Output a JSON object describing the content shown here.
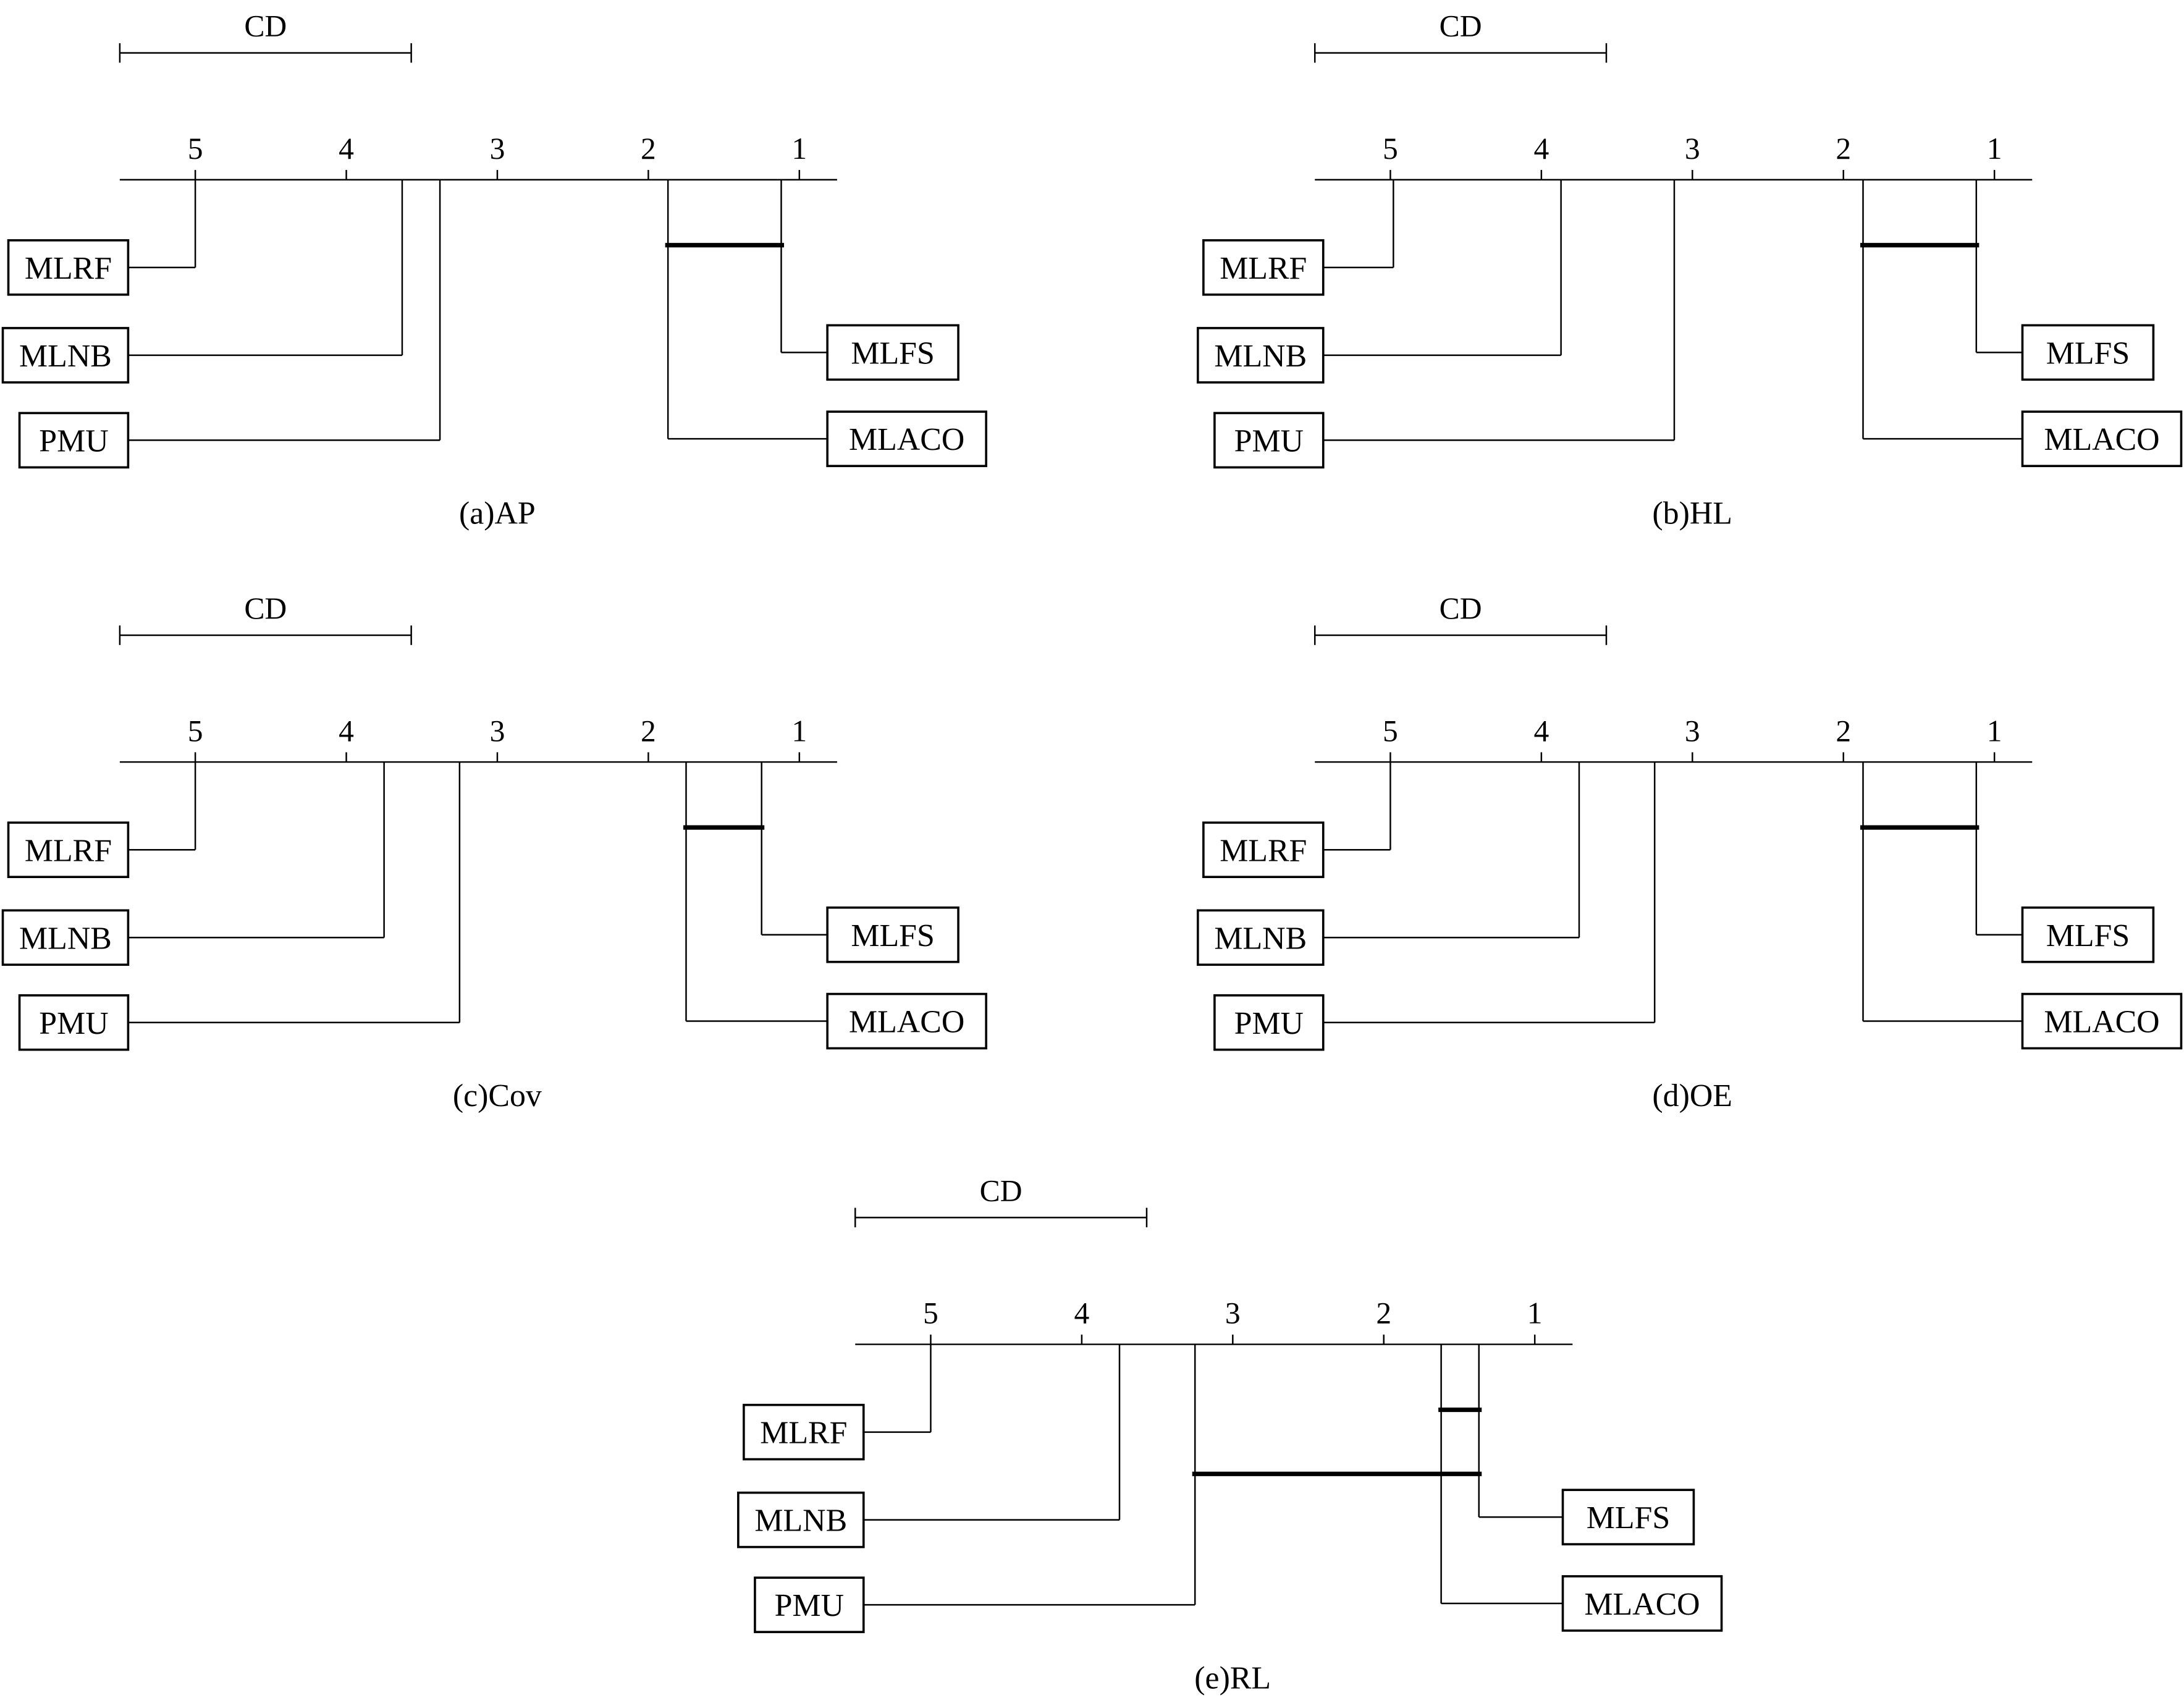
{
  "figure": {
    "cd_label": "CD",
    "cd_value": 1.93,
    "axis": {
      "ticks": [
        5,
        4,
        3,
        2,
        1
      ],
      "range": [
        5.5,
        0.75
      ],
      "reversed": true
    }
  },
  "chart_data": [
    {
      "type": "critical-difference-diagram",
      "caption": "(a)AP",
      "cd_label": "CD",
      "cd_value": 1.93,
      "ticks": [
        5,
        4,
        3,
        2,
        1
      ],
      "methods": [
        {
          "name": "MLRF",
          "rank": 5.0,
          "side": "left"
        },
        {
          "name": "MLNB",
          "rank": 3.63,
          "side": "left"
        },
        {
          "name": "PMU",
          "rank": 3.38,
          "side": "left"
        },
        {
          "name": "MLFS",
          "rank": 1.12,
          "side": "right"
        },
        {
          "name": "MLACO",
          "rank": 1.87,
          "side": "right"
        }
      ],
      "cliques": [
        [
          1.87,
          1.12
        ]
      ]
    },
    {
      "type": "critical-difference-diagram",
      "caption": "(b)HL",
      "cd_label": "CD",
      "cd_value": 1.93,
      "ticks": [
        5,
        4,
        3,
        2,
        1
      ],
      "methods": [
        {
          "name": "MLRF",
          "rank": 4.98,
          "side": "left"
        },
        {
          "name": "MLNB",
          "rank": 3.87,
          "side": "left"
        },
        {
          "name": "PMU",
          "rank": 3.12,
          "side": "left"
        },
        {
          "name": "MLFS",
          "rank": 1.12,
          "side": "right"
        },
        {
          "name": "MLACO",
          "rank": 1.87,
          "side": "right"
        }
      ],
      "cliques": [
        [
          1.87,
          1.12
        ]
      ]
    },
    {
      "type": "critical-difference-diagram",
      "caption": "(c)Cov",
      "cd_label": "CD",
      "cd_value": 1.93,
      "ticks": [
        5,
        4,
        3,
        2,
        1
      ],
      "methods": [
        {
          "name": "MLRF",
          "rank": 5.0,
          "side": "left"
        },
        {
          "name": "MLNB",
          "rank": 3.75,
          "side": "left"
        },
        {
          "name": "PMU",
          "rank": 3.25,
          "side": "left"
        },
        {
          "name": "MLFS",
          "rank": 1.25,
          "side": "right"
        },
        {
          "name": "MLACO",
          "rank": 1.75,
          "side": "right"
        }
      ],
      "cliques": [
        [
          1.75,
          1.25
        ]
      ]
    },
    {
      "type": "critical-difference-diagram",
      "caption": "(d)OE",
      "cd_label": "CD",
      "cd_value": 1.93,
      "ticks": [
        5,
        4,
        3,
        2,
        1
      ],
      "methods": [
        {
          "name": "MLRF",
          "rank": 5.0,
          "side": "left"
        },
        {
          "name": "MLNB",
          "rank": 3.75,
          "side": "left"
        },
        {
          "name": "PMU",
          "rank": 3.25,
          "side": "left"
        },
        {
          "name": "MLFS",
          "rank": 1.12,
          "side": "right"
        },
        {
          "name": "MLACO",
          "rank": 1.87,
          "side": "right"
        }
      ],
      "cliques": [
        [
          1.87,
          1.12
        ]
      ]
    },
    {
      "type": "critical-difference-diagram",
      "caption": "(e)RL",
      "cd_label": "CD",
      "cd_value": 1.93,
      "ticks": [
        5,
        4,
        3,
        2,
        1
      ],
      "methods": [
        {
          "name": "MLRF",
          "rank": 5.0,
          "side": "left"
        },
        {
          "name": "MLNB",
          "rank": 3.75,
          "side": "left"
        },
        {
          "name": "PMU",
          "rank": 3.25,
          "side": "left"
        },
        {
          "name": "MLFS",
          "rank": 1.37,
          "side": "right"
        },
        {
          "name": "MLACO",
          "rank": 1.62,
          "side": "right"
        }
      ],
      "cliques": [
        [
          1.62,
          1.37
        ],
        [
          3.25,
          1.37
        ]
      ]
    }
  ]
}
